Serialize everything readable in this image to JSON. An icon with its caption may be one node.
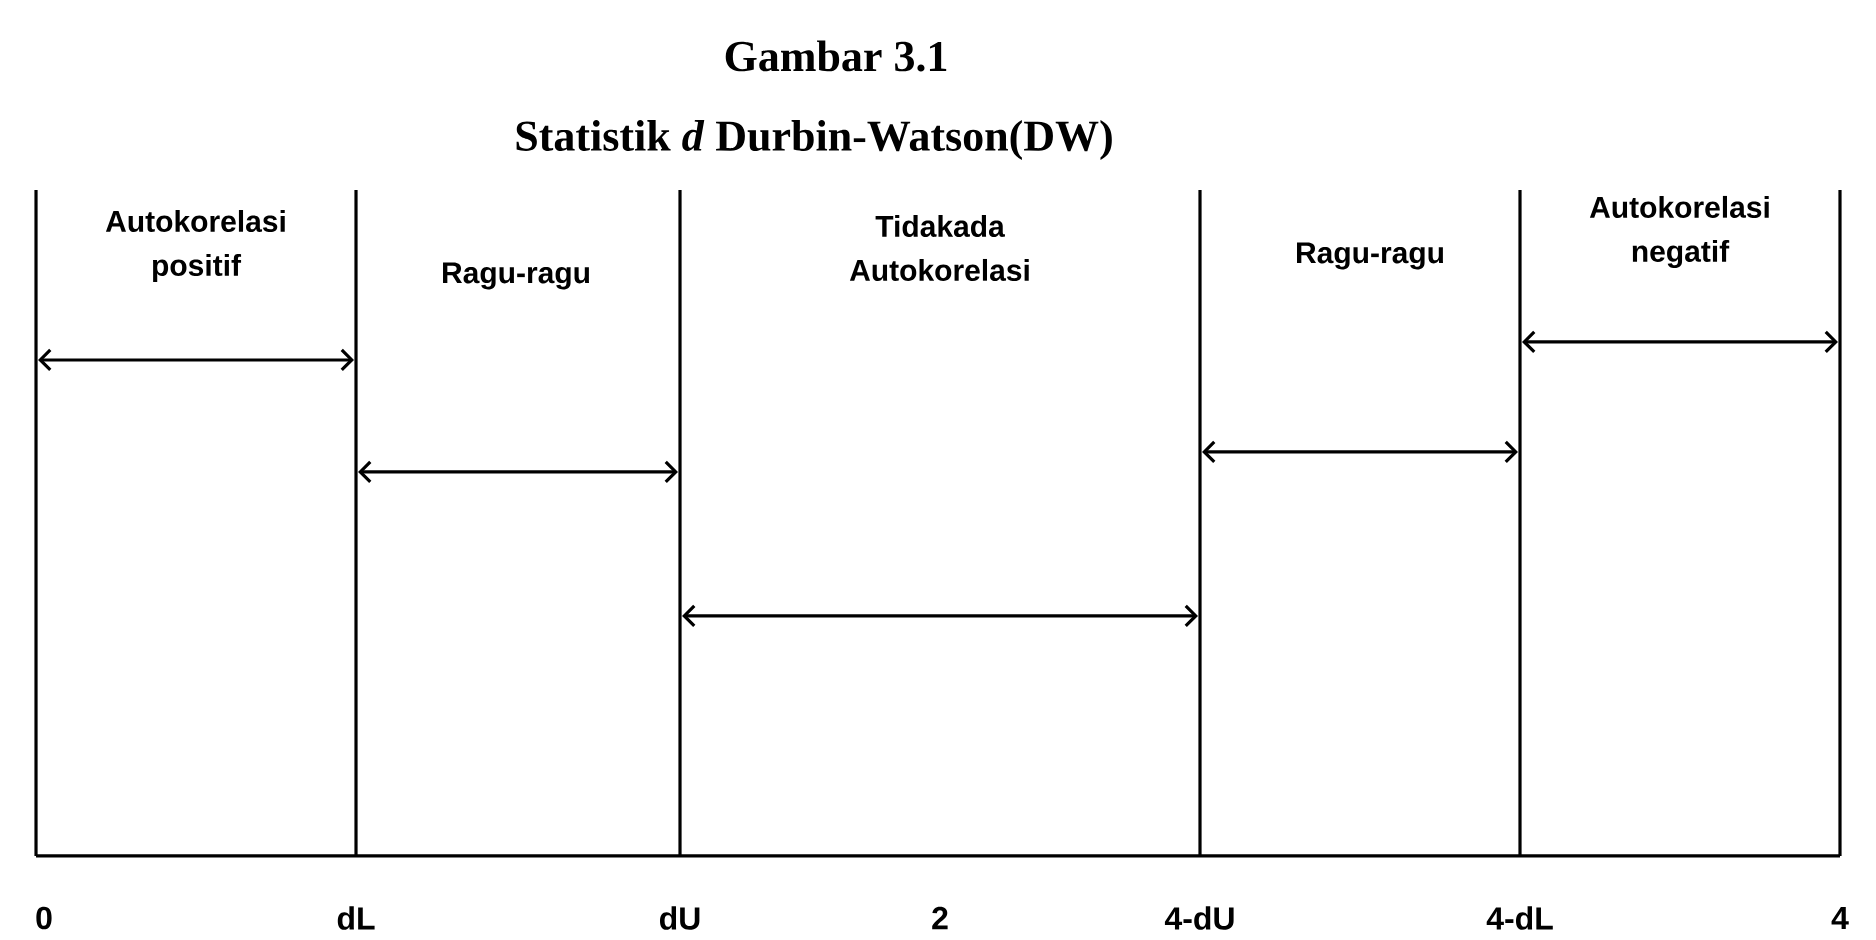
{
  "diagram": {
    "title": "Gambar 3.1",
    "caption": "Statistik *d* Durbin-Watson(DW)",
    "labels": [
      "Autokorelasi positif",
      "Ragu-ragu",
      "Tidakada Autokorelasi",
      "Ragu-ragu",
      "Autokorelasi negatif",
      "0",
      "dL",
      "dU",
      "2",
      "4-dU",
      "4-dL",
      "4"
    ]
  }
}
